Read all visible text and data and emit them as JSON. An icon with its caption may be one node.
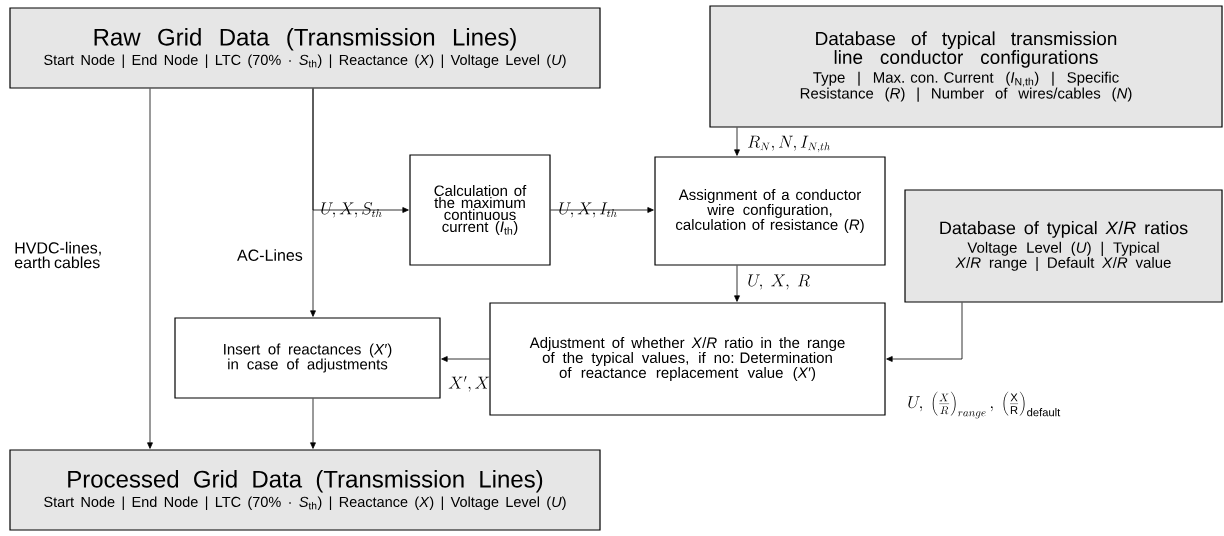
{
  "diagram": {
    "nodes": [
      {
        "text": [
          "Raw Grid Data (Transmission Lines)",
          "Start Node | End Node | LTC (70% · *S*$_{th}$) | Reactance (*X*) | Voltage Level (*U*)"
        ]
      },
      {
        "text": [
          "Database of typical transmission line conductor configurations",
          "Type | Max. con. Current (*I*$_{N,th}$) | Specific Resistance (*R*) | Number of wires/cables (*N*)"
        ]
      },
      {
        "text": [
          "Calculation of the maximum continuous current (*I*$_{th}$)"
        ]
      },
      {
        "text": [
          "Assignment of a conductor wire configuration, calculation of resistance (*R*)"
        ]
      },
      {
        "text": [
          "Database of typical *X*/*R* ratios",
          "Voltage Level (*U*) | Typical *X*/*R* range | Default *X*/*R* value"
        ]
      },
      {
        "text": [
          "Adjustment of whether *X*/*R* ratio in the range of the typical values, if no: Determination of reactance replacement value (*X*′)"
        ]
      },
      {
        "text": [
          "Insert of reactances (*X*′) in case of adjustments"
        ]
      },
      {
        "text": [
          "Processed Grid Data (Transmission Lines)",
          "Start Node | End Node | LTC (70% · *S*$_{th}$) | Reactance (*X*) | Voltage Level (*U*)"
        ]
      }
    ],
    "edges": [
      {
        "from": 0,
        "to": 7,
        "arrow": "to",
        "label": "HVDC-lines, earth cables"
      },
      {
        "from": 0,
        "to": 6,
        "arrow": "to",
        "label": "AC-Lines"
      },
      {
        "from": 0,
        "to": 2,
        "arrow": "to",
        "label": "U, X, S_{th}"
      },
      {
        "from": 2,
        "to": 3,
        "arrow": "to",
        "label": "U, X, I_{th}"
      },
      {
        "from": 1,
        "to": 3,
        "arrow": "to",
        "label": "R_N, N, I_{N,th}"
      },
      {
        "from": 3,
        "to": 5,
        "arrow": "to",
        "label": "U,\\ X,\\ R"
      },
      {
        "from": 4,
        "to": 5,
        "arrow": "to",
        "label": "U,\\ \\left(\\frac{X}{R}\\right)_{range},\\ \\left(\\frac{\\mathrm{X}}{\\mathrm{R}}\\right)_{\\mathrm{default}}"
      },
      {
        "from": 5,
        "to": 6,
        "arrow": "to",
        "label": "X',X"
      },
      {
        "from": 6,
        "to": 7,
        "arrow": "to"
      }
    ]
  }
}
